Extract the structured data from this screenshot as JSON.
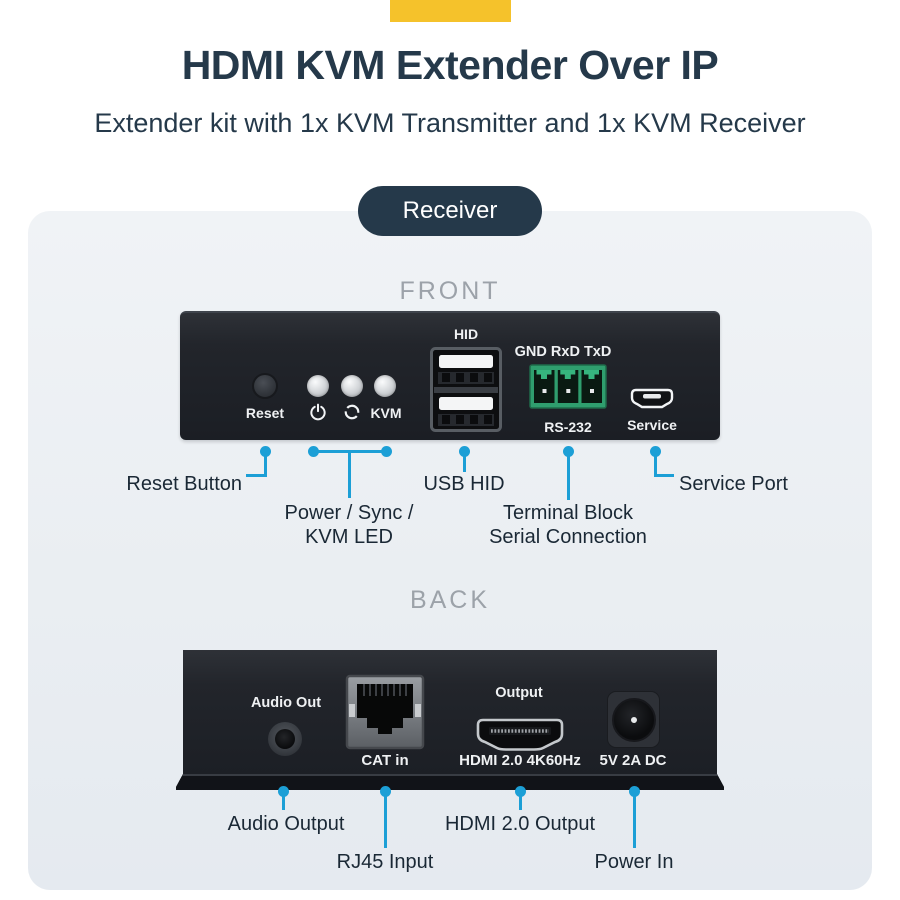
{
  "colors": {
    "yellow": "#F5C22B",
    "navy": "#25394A",
    "cyan": "#1C9FD6",
    "ink": "#1A2835",
    "gray": "#9CA2A9",
    "green": "#2F9E6E",
    "panel": "#EDF0F4",
    "device": "#202329"
  },
  "header": {
    "title": "HDMI KVM Extender Over IP",
    "subtitle": "Extender kit with 1x KVM Transmitter and 1x KVM Receiver",
    "badge": "Receiver"
  },
  "icons": {
    "power": "power-icon",
    "sync": "sync-icon",
    "usb": "usb-dual-port-icon",
    "terminal": "terminal-block-icon",
    "micro_usb": "micro-usb-port-icon",
    "audio_jack": "audio-jack-icon",
    "rj45": "rj45-port-icon",
    "hdmi": "hdmi-port-icon",
    "dc_jack": "dc-barrel-jack-icon"
  },
  "front": {
    "section": "FRONT",
    "panel_text": {
      "reset": "Reset",
      "kvm": "KVM",
      "hid": "HID",
      "serial_pins": "GND RxD TxD",
      "serial_port": "RS-232",
      "service": "Service"
    },
    "callouts": {
      "reset": "Reset Button",
      "leds_line1": "Power / Sync /",
      "leds_line2": "KVM LED",
      "usb": "USB HID",
      "terminal_line1": "Terminal Block",
      "terminal_line2": "Serial Connection",
      "service": "Service Port"
    }
  },
  "back": {
    "section": "BACK",
    "panel_text": {
      "audio": "Audio Out",
      "cat": "CAT in",
      "output": "Output",
      "hdmi": "HDMI 2.0 4K60Hz",
      "power": "5V 2A DC"
    },
    "callouts": {
      "audio": "Audio Output",
      "rj45": "RJ45 Input",
      "hdmi": "HDMI 2.0 Output",
      "power": "Power In"
    }
  }
}
